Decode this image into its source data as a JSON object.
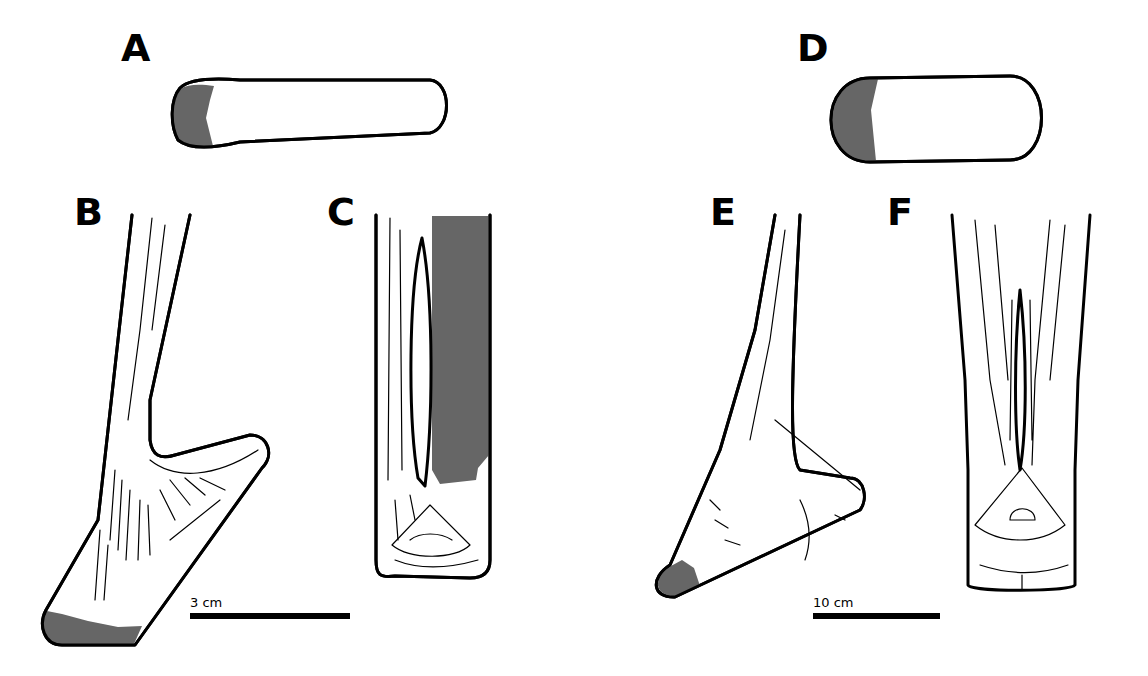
{
  "diagram": {
    "labels": [
      "A",
      "B",
      "C",
      "D",
      "E",
      "F",
      "3 cm",
      "10 cm"
    ]
  }
}
